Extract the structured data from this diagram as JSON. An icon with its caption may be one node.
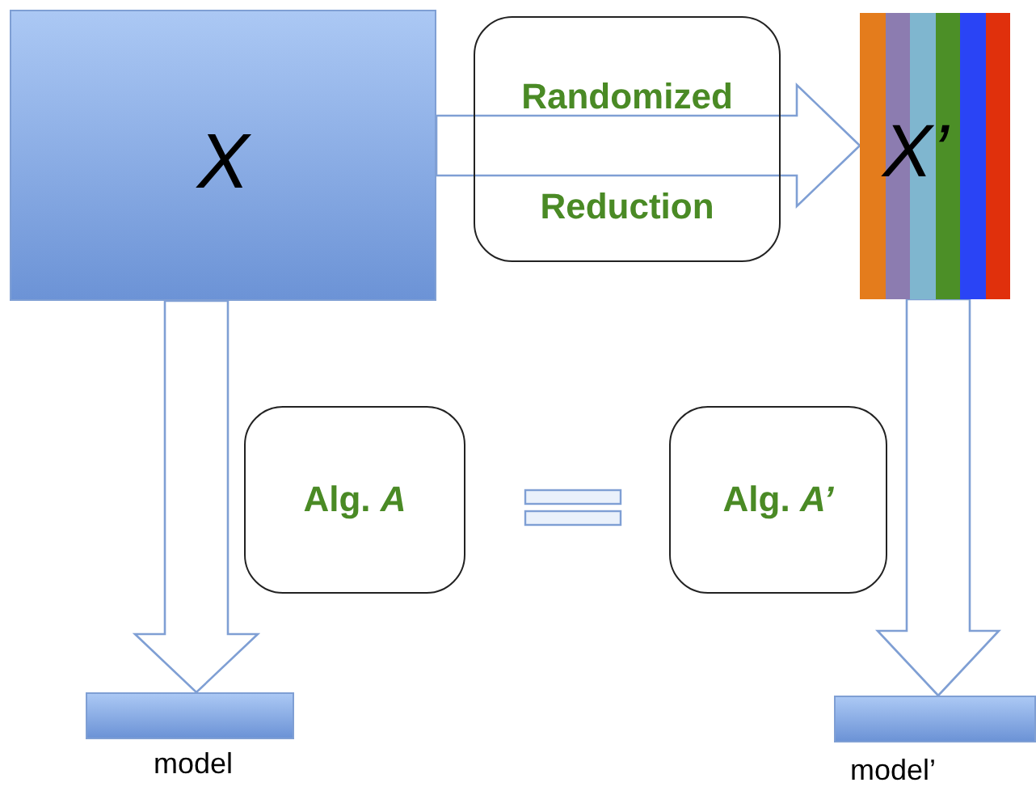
{
  "diagram": {
    "nodes": [
      {
        "text": [
          "X"
        ]
      },
      {
        "text": [
          "Randomized",
          "Reduction"
        ]
      },
      {
        "text": [
          "X’"
        ]
      },
      {
        "text": [
          "Alg.  *A*"
        ]
      },
      {
        "text": [
          "Alg. *A’*"
        ]
      },
      {
        "text": [],
        "shape": "bar",
        "beside": [
          "model"
        ]
      },
      {
        "text": [],
        "shape": "bar",
        "beside": [
          "model’"
        ]
      }
    ],
    "edges": [
      {
        "from": 0,
        "to": 2,
        "arrow": "to"
      },
      {
        "from": 0,
        "to": 5,
        "arrow": "to"
      },
      {
        "from": 2,
        "to": 6,
        "arrow": "to"
      }
    ]
  }
}
